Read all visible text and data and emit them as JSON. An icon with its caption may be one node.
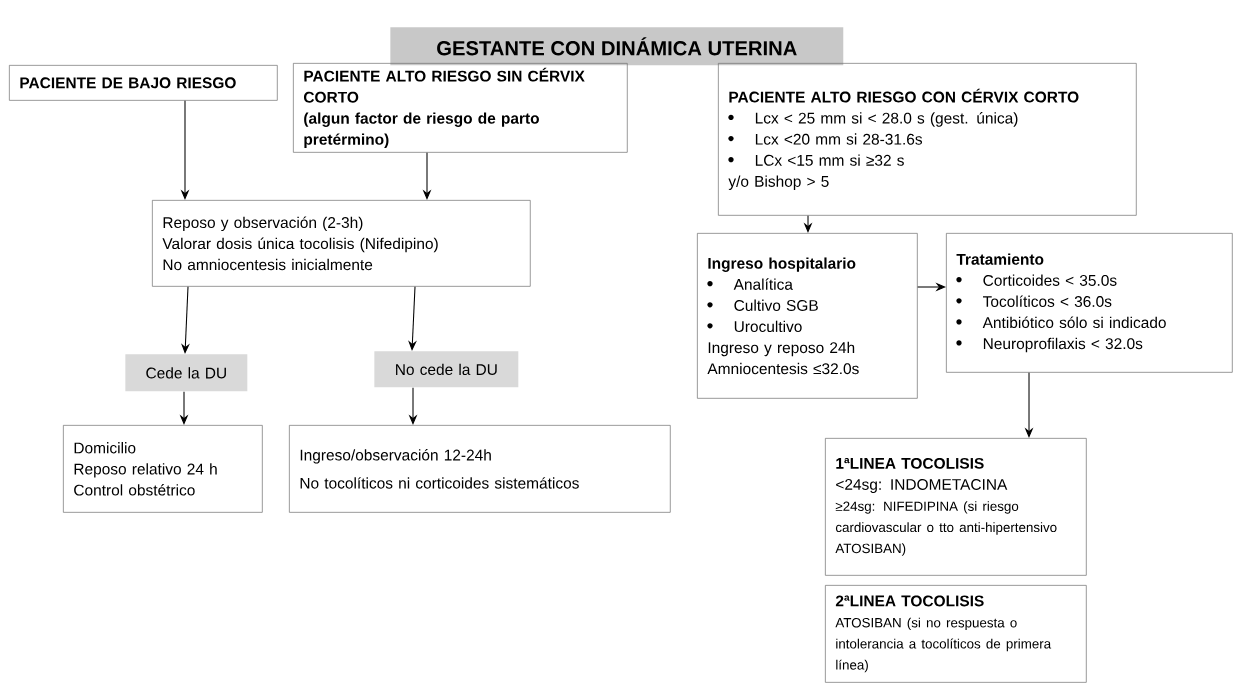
{
  "diagram": {
    "title": "GESTANTE CON DINÁMICA UTERINA",
    "nodes": [
      {
        "text": [
          "PACIENTE DE BAJO RIESGO"
        ]
      },
      {
        "text": [
          "PACIENTE ALTO RIESGO SIN CÉRVIX CORTO",
          "(algun factor de riesgo de parto pretérmino)"
        ]
      },
      {
        "text": [
          "PACIENTE ALTO RIESGO CON CÉRVIX CORTO",
          "Lcx < 25 mm si < 28.0 s (gest. única)",
          "Lcx <20 mm si 28-31.6s",
          "LCx <15 mm si ≥32 s",
          "y/o Bishop > 5"
        ]
      },
      {
        "text": [
          "Reposo y observación (2-3h)",
          "Valorar dosis única tocolisis (Nifedipino)",
          "No amniocentesis inicialmente"
        ]
      },
      {
        "text": [
          "Cede la DU"
        ]
      },
      {
        "text": [
          "No cede la DU"
        ]
      },
      {
        "text": [
          "Domicilio",
          "Reposo relativo 24 h",
          "Control obstétrico"
        ]
      },
      {
        "text": [
          "Ingreso/observación 12-24h",
          "No tocolíticos ni corticoides sistemáticos"
        ]
      },
      {
        "text": [
          "Ingreso hospitalario",
          "Analítica",
          "Cultivo SGB",
          "Urocultivo",
          "Ingreso y reposo 24h",
          "Amniocentesis ≤32.0s"
        ]
      },
      {
        "text": [
          "Tratamiento",
          "Corticoides < 35.0s",
          "Tocolíticos < 36.0s",
          "Antibiótico sólo si indicado",
          "Neuroprofilaxis < 32.0s"
        ]
      },
      {
        "text": [
          "1ªLINEA TOCOLISIS",
          "<24sg: INDOMETACINA",
          "≥24sg: NIFEDIPINA (si riesgo cardiovascular o tto anti-hipertensivo ATOSIBAN)"
        ]
      },
      {
        "text": [
          "2ªLINEA TOCOLISIS",
          "ATOSIBAN (si no respuesta o intolerancia a tocolíticos de primera línea)"
        ]
      }
    ],
    "edges": [
      {
        "from": 0,
        "to": 3,
        "arrow": "to"
      },
      {
        "from": 1,
        "to": 3,
        "arrow": "to"
      },
      {
        "from": 3,
        "to": 4,
        "arrow": "to"
      },
      {
        "from": 3,
        "to": 5,
        "arrow": "to"
      },
      {
        "from": 4,
        "to": 6,
        "arrow": "to"
      },
      {
        "from": 5,
        "to": 7,
        "arrow": "to"
      },
      {
        "from": 2,
        "to": 8,
        "arrow": "to"
      },
      {
        "from": 8,
        "to": 9,
        "arrow": "to"
      },
      {
        "from": 9,
        "to": 10,
        "arrow": "to"
      }
    ]
  }
}
